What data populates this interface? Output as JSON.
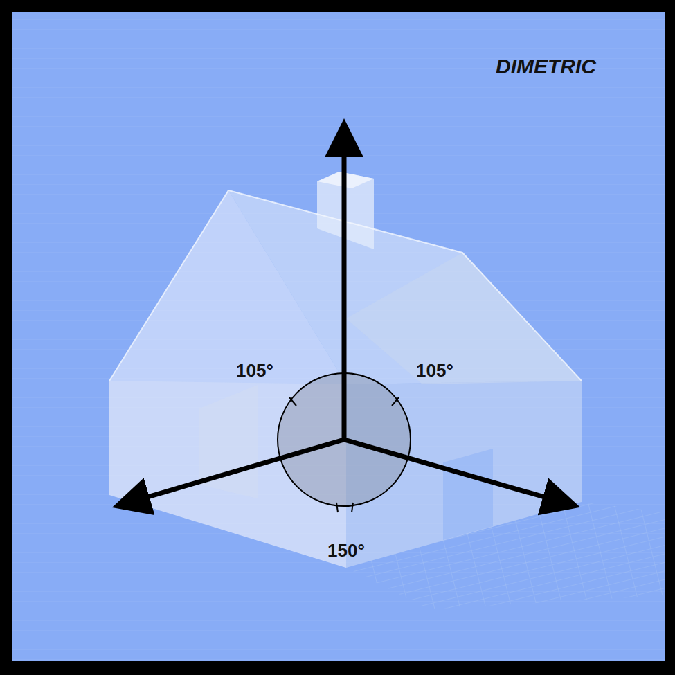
{
  "diagram": {
    "title": "DIMETRIC",
    "labels": [
      "105°",
      "105°",
      "150°"
    ]
  }
}
